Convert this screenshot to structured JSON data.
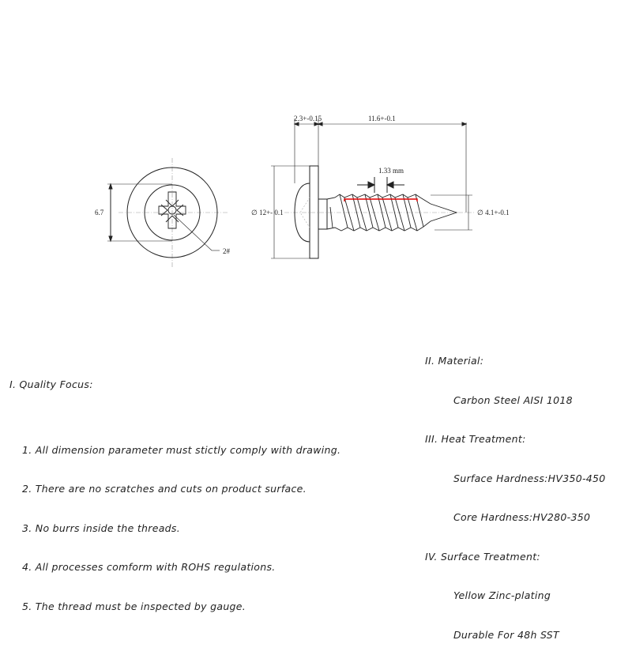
{
  "drawing": {
    "dimensions": {
      "head_recess_dia": "6.7",
      "recess_size": "2#",
      "washer_thickness": "2.3+-0.15",
      "length": "11.6+-0.1",
      "pitch": "1.33 mm",
      "washer_dia": "∅ 12+- 0.1",
      "thread_dia": "∅ 4.1+-0.1"
    },
    "colors": {
      "line": "#222222",
      "highlight": "#e00000"
    }
  },
  "notes": {
    "quality": {
      "heading": "I. Quality Focus:",
      "items": [
        "1. All dimension parameter must stictly comply with drawing.",
        "2. There are no scratches and cuts on product surface.",
        "3. No burrs inside the threads.",
        "4. All processes comform with ROHS regulations.",
        "5. The thread must be inspected by gauge."
      ]
    },
    "specs": [
      {
        "heading": "II. Material:",
        "lines": [
          "Carbon Steel AISI 1018"
        ]
      },
      {
        "heading": "III. Heat Treatment:",
        "lines": [
          "Surface Hardness:HV350-450",
          "Core Hardness:HV280-350"
        ]
      },
      {
        "heading": "IV. Surface Treatment:",
        "lines": [
          "Yellow Zinc-plating",
          "Durable For 48h SST"
        ]
      }
    ]
  }
}
